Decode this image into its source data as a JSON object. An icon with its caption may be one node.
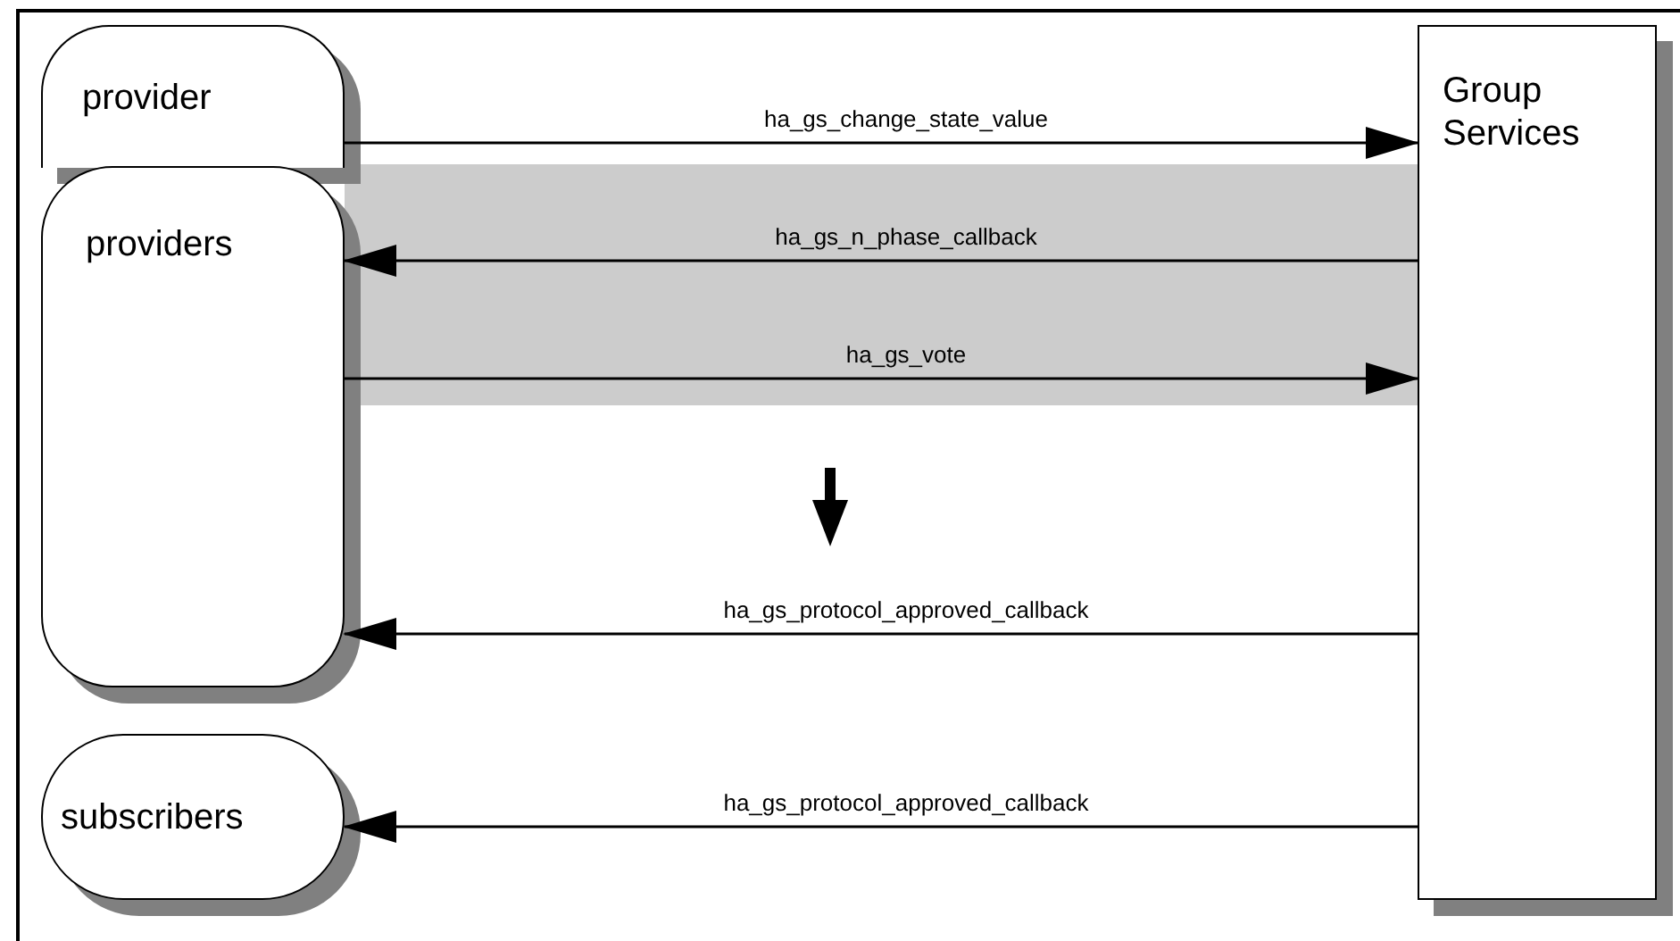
{
  "diagram": {
    "nodes": [
      {
        "text": [
          "provider"
        ]
      },
      {
        "text": [
          "providers"
        ]
      },
      {
        "text": [
          "subscribers"
        ]
      },
      {
        "text": [
          "Group Services"
        ]
      }
    ],
    "edges": [
      {
        "from": 0,
        "to": 3,
        "arrow": "to",
        "label": "ha_gs_change_state_value"
      },
      {
        "from": 3,
        "to": 1,
        "arrow": "to",
        "label": "ha_gs_n_phase_callback"
      },
      {
        "from": 1,
        "to": 3,
        "arrow": "to",
        "label": "ha_gs_vote"
      },
      {
        "from": 3,
        "to": 1,
        "arrow": "to",
        "label": "ha_gs_protocol_approved_callback"
      },
      {
        "from": 3,
        "to": 2,
        "arrow": "to",
        "label": "ha_gs_protocol_approved_callback"
      }
    ]
  }
}
